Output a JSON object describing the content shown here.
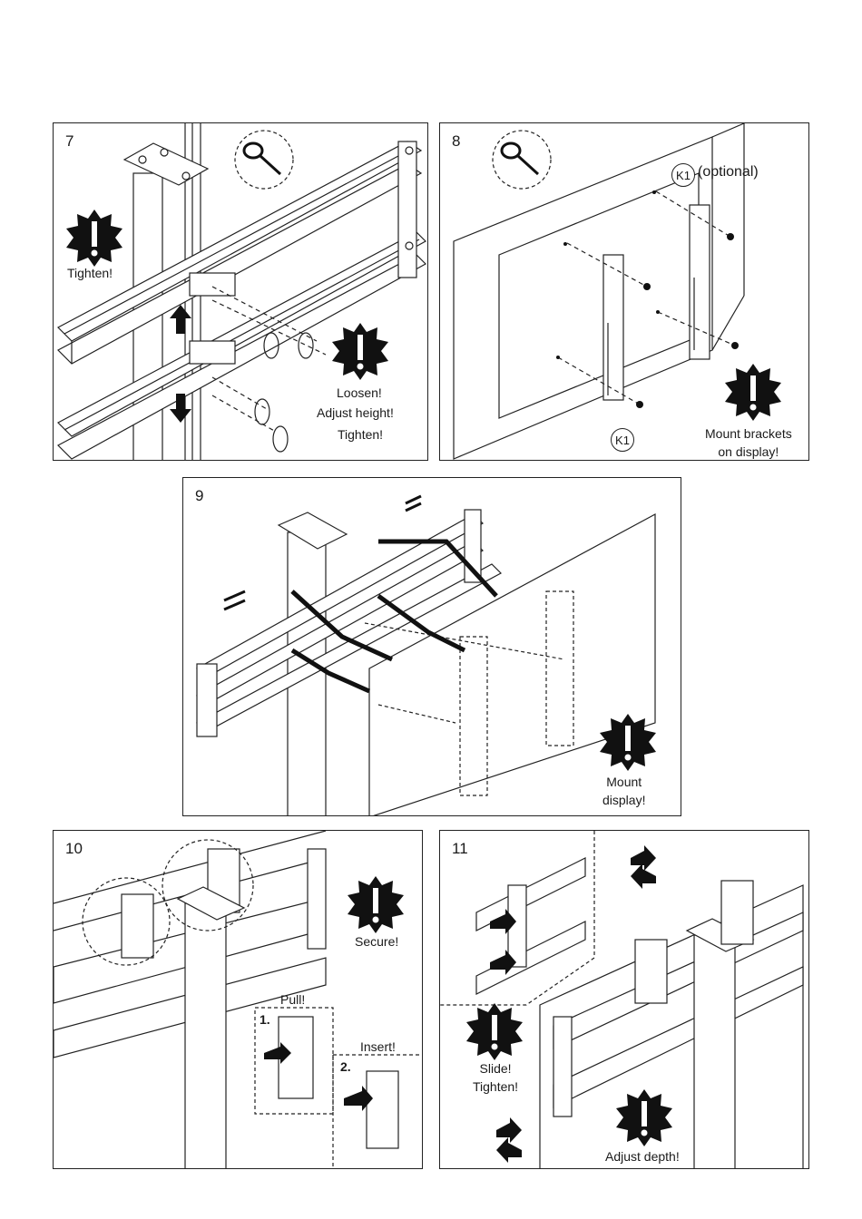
{
  "steps": [
    {
      "number": "7",
      "warnings": [
        "Tighten!",
        "Loosen!",
        "Adjust height!",
        "Tighten!"
      ]
    },
    {
      "number": "8",
      "part_label": "K1",
      "part_note": "(optional)",
      "warning": [
        "Mount brackets",
        "on display!"
      ]
    },
    {
      "number": "9",
      "warning": [
        "Mount",
        "display!"
      ]
    },
    {
      "number": "10",
      "warning": "Secure!",
      "action_1": "Pull!",
      "action_2": "Insert!",
      "substep_1": "1.",
      "substep_2": "2."
    },
    {
      "number": "11",
      "warning_1": [
        "Slide!",
        "Tighten!"
      ],
      "warning_2": "Adjust depth!"
    }
  ],
  "icons": [
    "cable-tie-icon",
    "warning-burst-icon",
    "arrow-up-icon",
    "arrow-down-icon",
    "rotate-icon",
    "parallel-icon"
  ],
  "colors": {
    "line": "#222222",
    "fill_dark": "#111111",
    "background": "#ffffff"
  }
}
